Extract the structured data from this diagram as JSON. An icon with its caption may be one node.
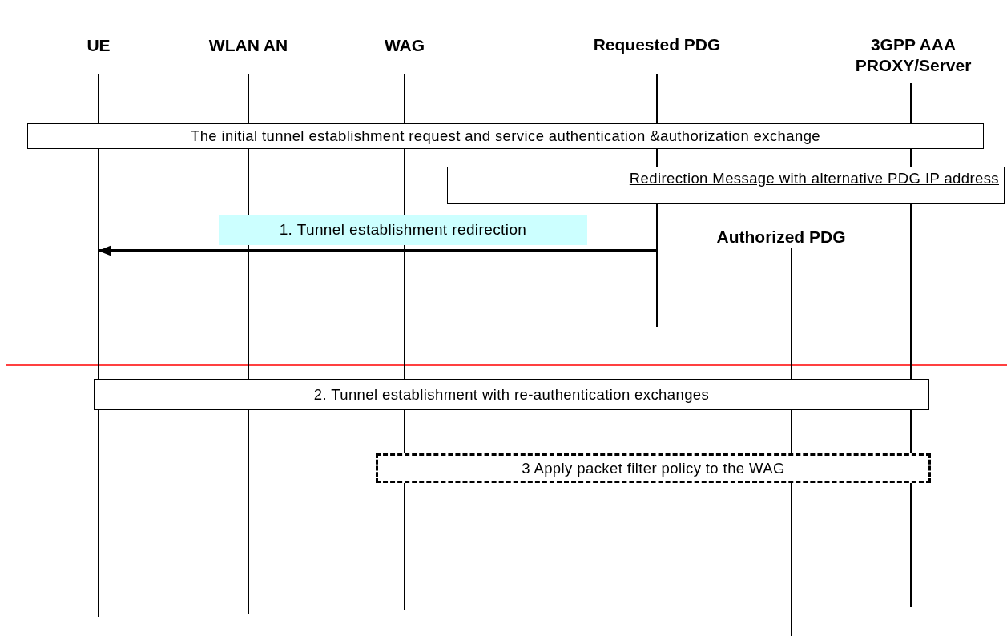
{
  "diagram": {
    "nodes": [
      {
        "text": [
          "UE"
        ]
      },
      {
        "text": [
          "WLAN AN"
        ]
      },
      {
        "text": [
          "WAG"
        ]
      },
      {
        "text": [
          "Requested PDG"
        ]
      },
      {
        "text": [
          "3GPP AAA PROXY/Server"
        ]
      },
      {
        "text": [
          "The initial tunnel establishment request and service authentication &authorization exchange"
        ]
      },
      {
        "text": [
          "Redirection Message with alternative PDG IP address"
        ]
      },
      {
        "text": [
          "Authorized PDG"
        ]
      },
      {
        "text": [
          "2. Tunnel establishment with re-authentication exchanges"
        ]
      },
      {
        "text": [
          "3 Apply packet filter policy to the WAG"
        ]
      }
    ],
    "edges": [
      {
        "from": 3,
        "to": 0,
        "arrow": "to",
        "label": "1. Tunnel establishment redirection"
      }
    ]
  }
}
